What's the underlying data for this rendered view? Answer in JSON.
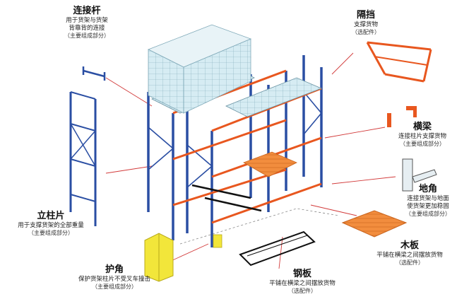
{
  "colors": {
    "upright": "#2a4ea3",
    "beam": "#e8571f",
    "deck": "#f08a3c",
    "goods": "#cfe6ef",
    "guard": "#f2e63a"
  },
  "labels": {
    "connector": {
      "title": "连接杆",
      "lines": [
        "用于货架与货架",
        "背靠背的连接"
      ],
      "note": "（主要组成部分）"
    },
    "stopper": {
      "title": "隔挡",
      "lines": [
        "支撑货物"
      ],
      "note": "（选配件）"
    },
    "beam": {
      "title": "横梁",
      "lines": [
        "连接柱片支撑货物"
      ],
      "note": "（主要组成部分）"
    },
    "footplate": {
      "title": "地角",
      "lines": [
        "连接货架与地面",
        "使货架更加稳固"
      ],
      "note": "（主要组成部分）"
    },
    "upright": {
      "title": "立柱片",
      "lines": [
        "用于支撑货架的全部重量"
      ],
      "note": "（主要组成部分）"
    },
    "woodboard": {
      "title": "木板",
      "lines": [
        "平铺在横梁之间摆放货物"
      ],
      "note": "（选配件）"
    },
    "guard": {
      "title": "护角",
      "lines": [
        "保护货架柱片不受叉车撞击"
      ],
      "note": "（主要组成部分）"
    },
    "steelboard": {
      "title": "钢板",
      "lines": [
        "平铺在横梁之间摆放货物"
      ],
      "note": "（选配件）"
    }
  }
}
